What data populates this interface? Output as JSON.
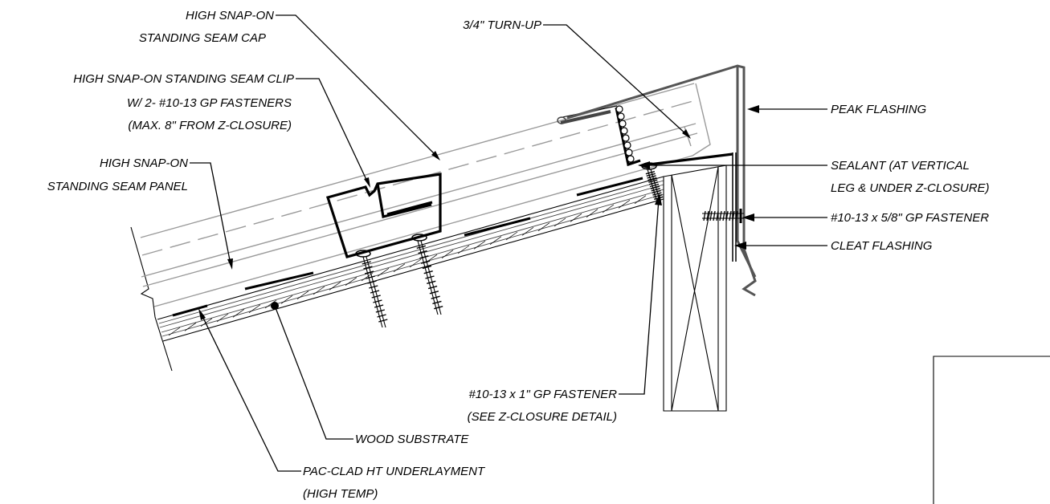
{
  "labels": {
    "cap": [
      "HIGH SNAP-ON",
      "STANDING SEAM CAP"
    ],
    "turnup": "3/4\" TURN-UP",
    "clip": [
      "HIGH SNAP-ON STANDING SEAM CLIP",
      "W/ 2-  #10-13 GP FASTENERS",
      "(MAX. 8\" FROM Z-CLOSURE)"
    ],
    "panel": [
      "HIGH SNAP-ON",
      "STANDING SEAM PANEL"
    ],
    "peak": "PEAK FLASHING",
    "sealant": [
      "SEALANT (AT VERTICAL",
      "LEG & UNDER Z-CLOSURE)"
    ],
    "fastener_small": "#10-13 x 5/8\"  GP FASTENER",
    "cleat": "CLEAT FLASHING",
    "fastener_1in": [
      "#10-13 x 1\" GP FASTENER",
      "(SEE Z-CLOSURE DETAIL)"
    ],
    "wood": "WOOD SUBSTRATE",
    "underlayment": [
      "PAC-CLAD HT UNDERLAYMENT",
      "(HIGH TEMP)"
    ]
  },
  "colors": {
    "line": "#000000",
    "panel_grey": "#9a9a9a",
    "flashing_grey": "#555555"
  }
}
